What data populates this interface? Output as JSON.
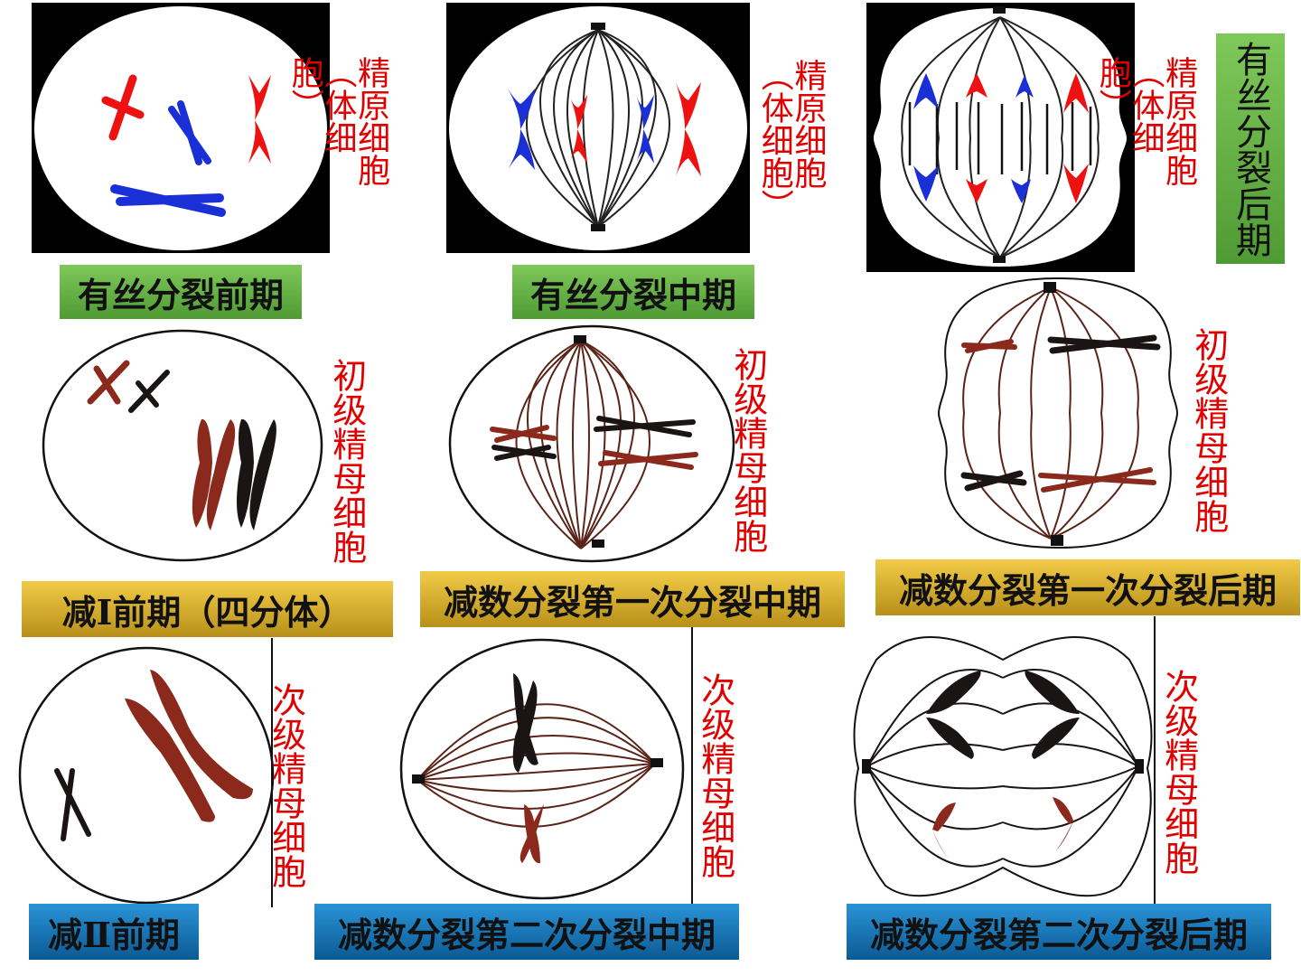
{
  "row1": {
    "cell1": {
      "side_label_lines": [
        "精原细胞",
        "（体细",
        "胞）"
      ],
      "tag": "有丝分裂前期"
    },
    "cell2": {
      "side_label_lines": [
        "精原细胞",
        "（体细胞）"
      ],
      "tag": "有丝分裂中期"
    },
    "cell3": {
      "side_label_lines": [
        "精原细胞",
        "（体细",
        "胞）"
      ],
      "tag": "有丝分裂后期"
    }
  },
  "row2": {
    "cell1": {
      "side_label": "初级精母细胞",
      "tag": "减Ⅰ前期（四分体）"
    },
    "cell2": {
      "side_label": "初级精母细胞",
      "tag": "减数分裂第一次分裂中期"
    },
    "cell3": {
      "side_label": "初级精母细胞",
      "tag": "减数分裂第一次分裂后期"
    }
  },
  "row3": {
    "cell1": {
      "side_label": "次级精母细胞",
      "tag": "减Ⅱ前期"
    },
    "cell2": {
      "side_label": "次级精母细胞",
      "tag": "减数分裂第二次分裂中期"
    },
    "cell3": {
      "side_label": "次级精母细胞",
      "tag": "减数分裂第二次分裂后期"
    }
  },
  "colors": {
    "red_chromosome": "#ee1111",
    "blue_chromosome": "#1a2fd6",
    "brown_chromosome": "#8b2a1c",
    "black_chromosome": "#1a1414",
    "label_red": "#e00000",
    "tag_green": "#5fae3f",
    "tag_gold": "#d9ad2b",
    "tag_blue": "#1477bb"
  }
}
